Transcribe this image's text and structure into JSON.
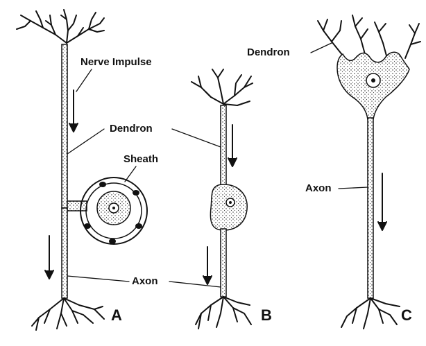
{
  "labels": {
    "nerve_impulse": "Nerve Impulse",
    "dendron_a": "Dendron",
    "sheath": "Sheath",
    "axon_ab": "Axon",
    "dendron_c": "Dendron",
    "axon_c": "Axon"
  },
  "neurons": [
    {
      "id": "A",
      "letter": "A"
    },
    {
      "id": "B",
      "letter": "B"
    },
    {
      "id": "C",
      "letter": "C"
    }
  ],
  "colors": {
    "ink": "#111111",
    "background": "#ffffff"
  }
}
